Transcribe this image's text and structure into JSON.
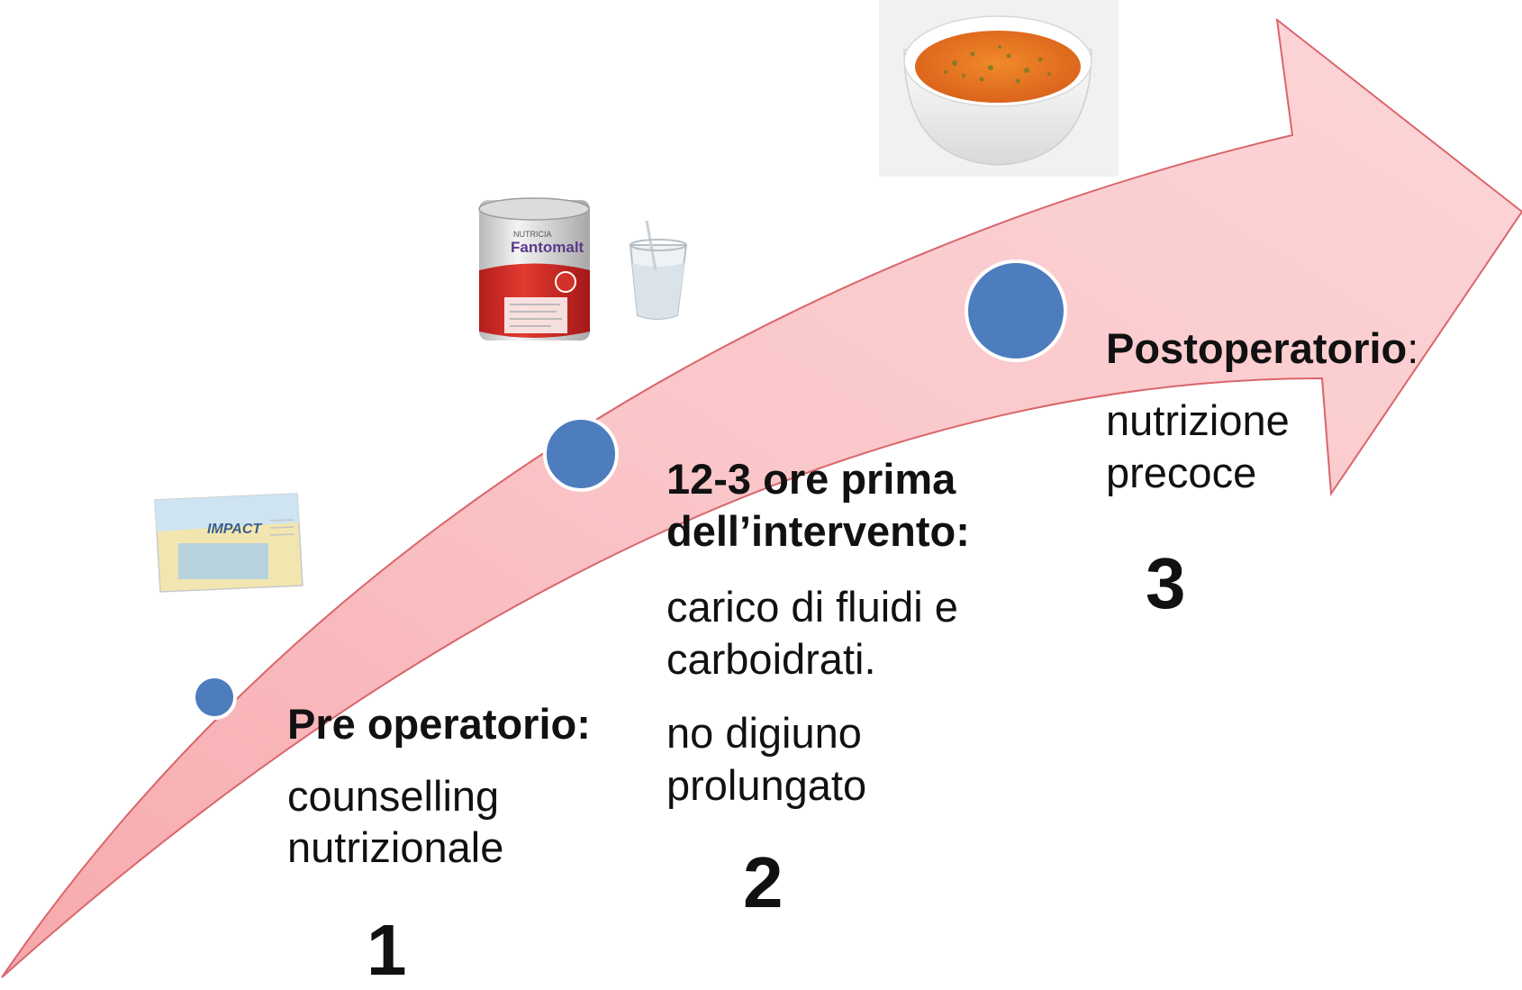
{
  "stages": [
    {
      "number": "1",
      "heading": "Pre operatorio:",
      "lines": [
        "counselling",
        "nutrizionale"
      ]
    },
    {
      "number": "2",
      "heading_lines": [
        "12-3 ore prima",
        "dell’intervento:"
      ],
      "lines": [
        "carico di fluidi e",
        "carboidrati."
      ],
      "lines2": [
        "no digiuno",
        "prolungato"
      ]
    },
    {
      "number": "3",
      "heading": "Postoperatorio",
      "heading_suffix": ":",
      "lines": [
        "nutrizione",
        "precoce"
      ]
    }
  ],
  "products": {
    "impact_label": "IMPACT",
    "fantomalt_brand": "NUTRICIA",
    "fantomalt_label": "Fantomalt"
  },
  "colors": {
    "arrow_fill": "#FAC3C6",
    "arrow_stroke": "#D9666B",
    "dot_fill": "#4E7DBD",
    "dot_ring": "#FFFFFF"
  }
}
